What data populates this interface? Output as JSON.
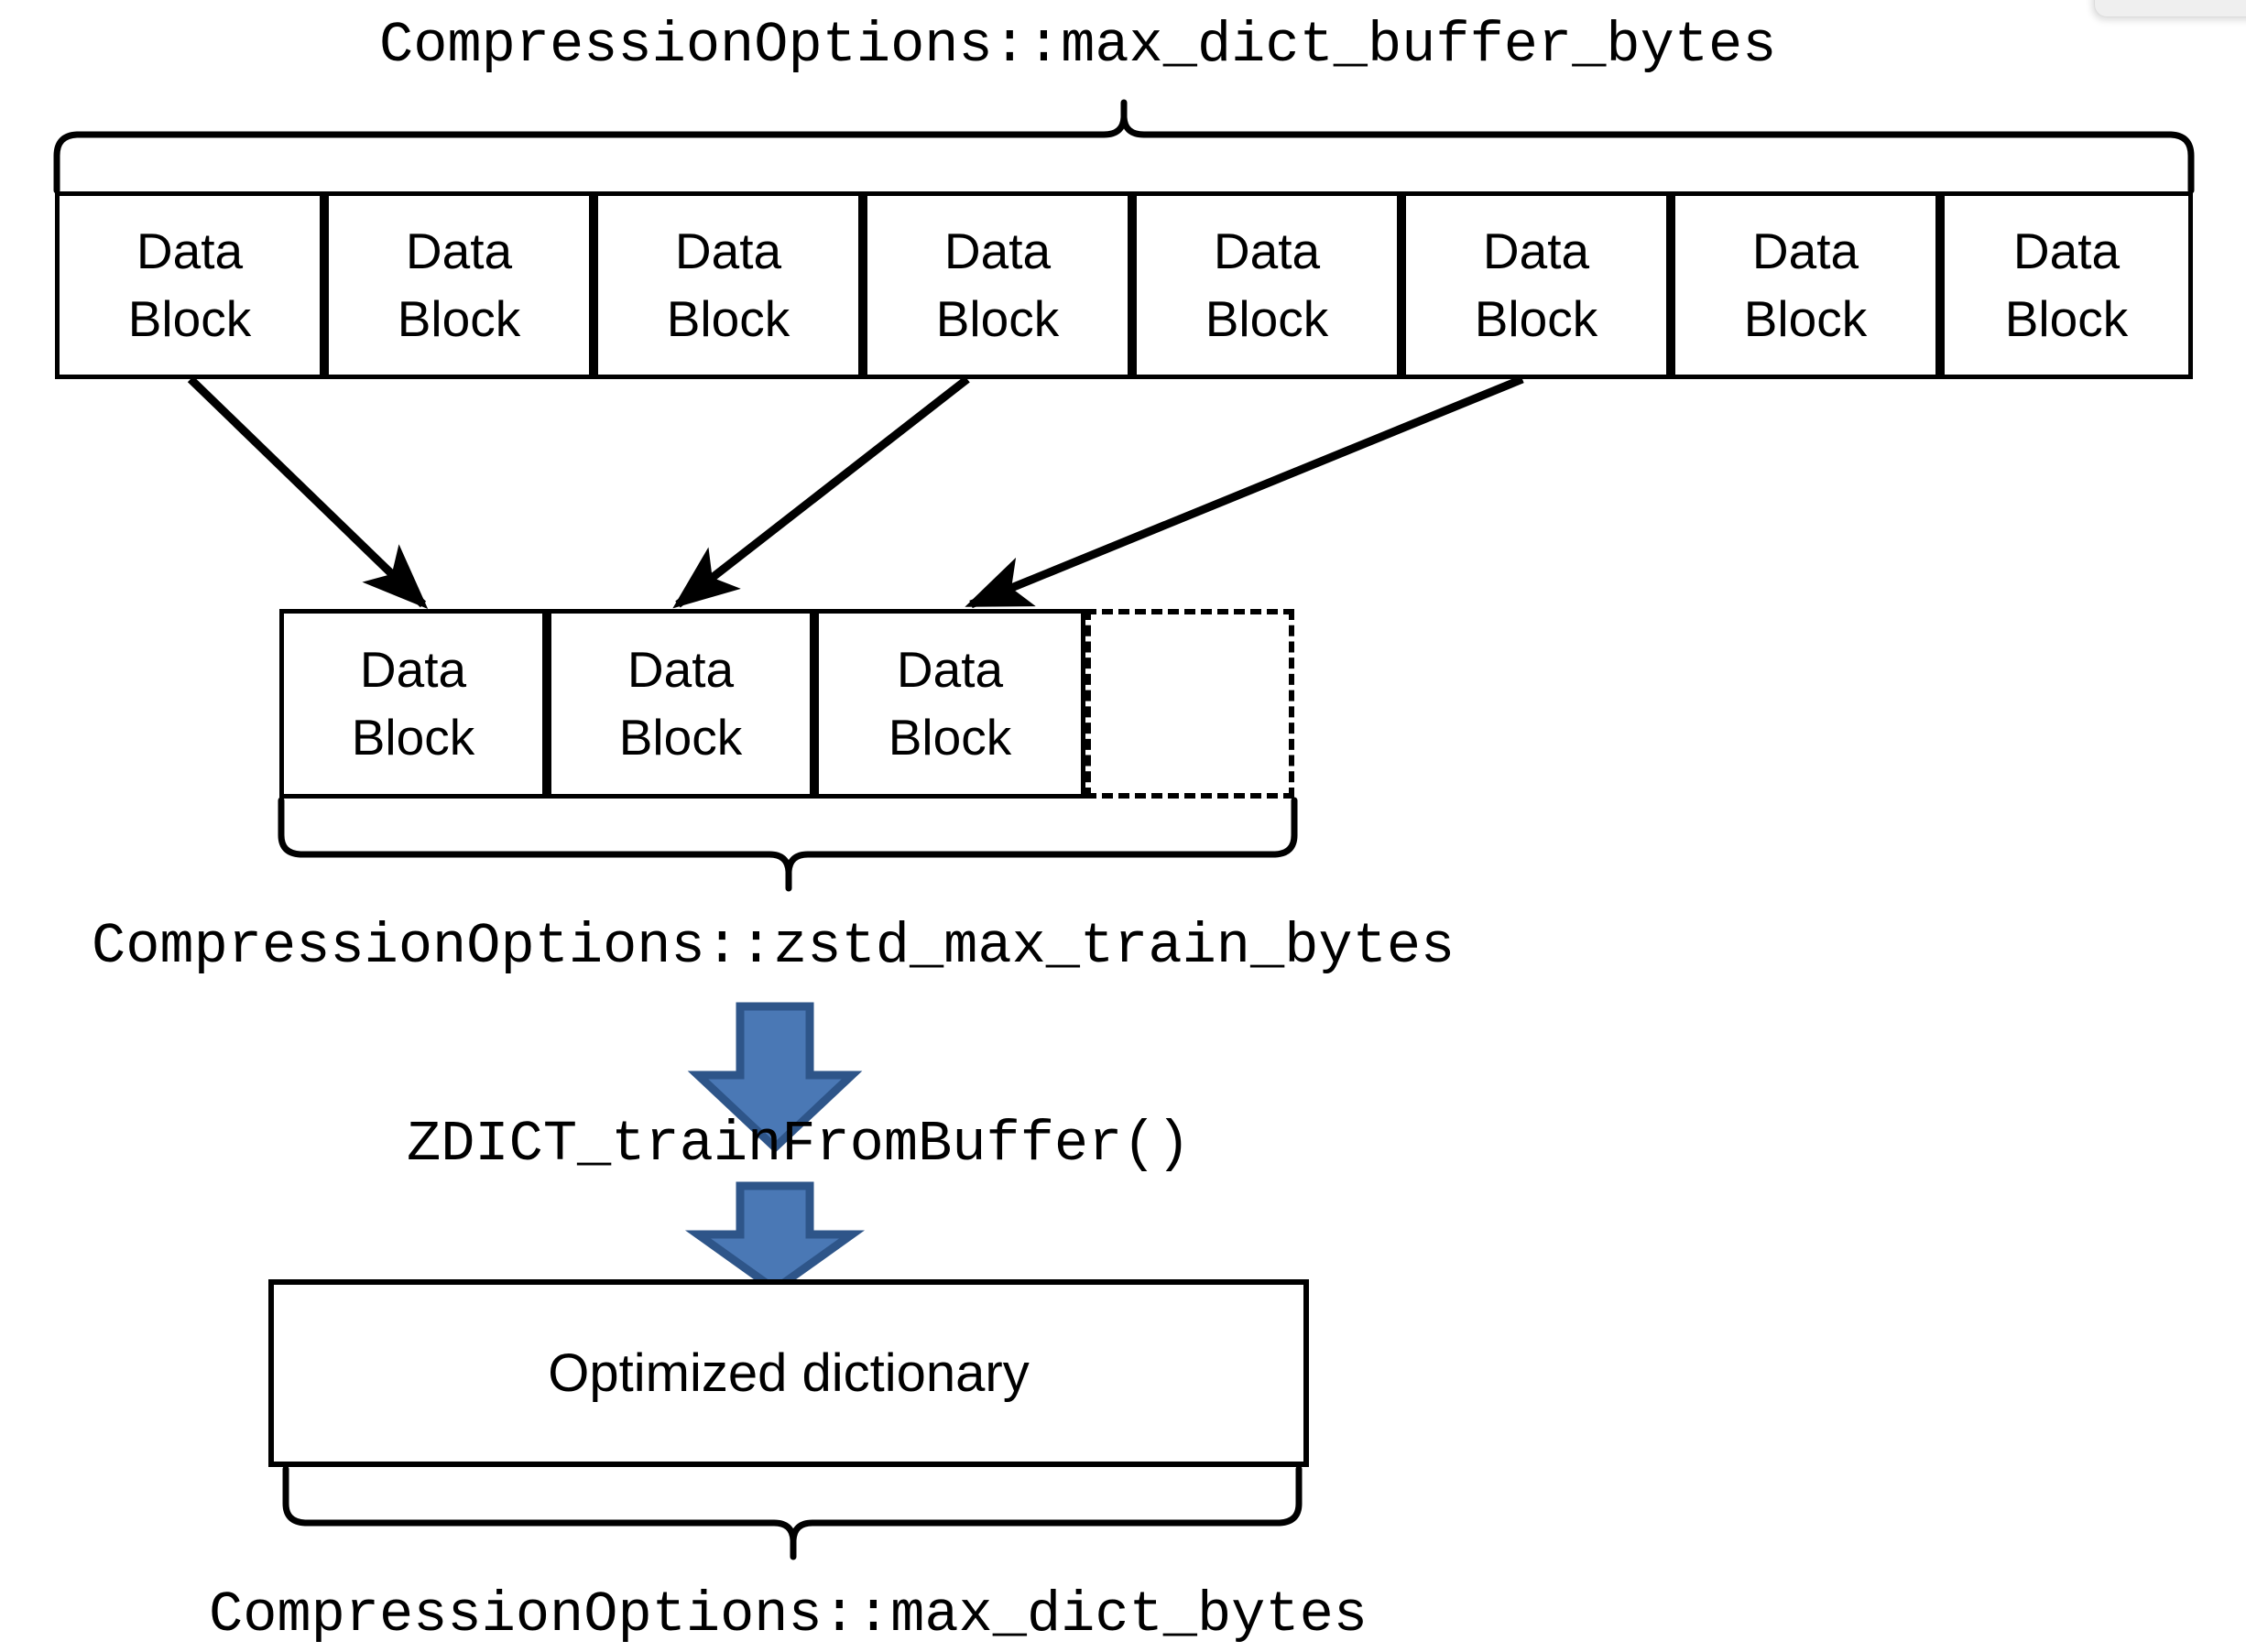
{
  "diagram": {
    "title_top": "CompressionOptions::max_dict_buffer_bytes",
    "title_middle": "CompressionOptions::zstd_max_train_bytes",
    "function_label": "ZDICT_trainFromBuffer()",
    "title_bottom": "CompressionOptions::max_dict_bytes",
    "dictionary_label": "Optimized dictionary",
    "block_line1": "Data",
    "block_line2": "Block",
    "top_row": {
      "count": 8,
      "blocks": [
        {
          "line1": "Data",
          "line2": "Block"
        },
        {
          "line1": "Data",
          "line2": "Block"
        },
        {
          "line1": "Data",
          "line2": "Block"
        },
        {
          "line1": "Data",
          "line2": "Block"
        },
        {
          "line1": "Data",
          "line2": "Block"
        },
        {
          "line1": "Data",
          "line2": "Block"
        },
        {
          "line1": "Data",
          "line2": "Block"
        },
        {
          "line1": "Data",
          "line2": "Block"
        }
      ]
    },
    "middle_row": {
      "count": 3,
      "blocks": [
        {
          "line1": "Data",
          "line2": "Block"
        },
        {
          "line1": "Data",
          "line2": "Block"
        },
        {
          "line1": "Data",
          "line2": "Block"
        }
      ],
      "placeholder_empty": ""
    },
    "colors": {
      "stroke": "#000000",
      "background": "#ffffff",
      "arrow_fill": "#4A78B5",
      "arrow_border": "#2E5589",
      "corner_panel": "#efefef"
    },
    "arrow_icons": {
      "down_arrow_1": "down-arrow-icon",
      "down_arrow_2": "down-arrow-icon"
    }
  }
}
